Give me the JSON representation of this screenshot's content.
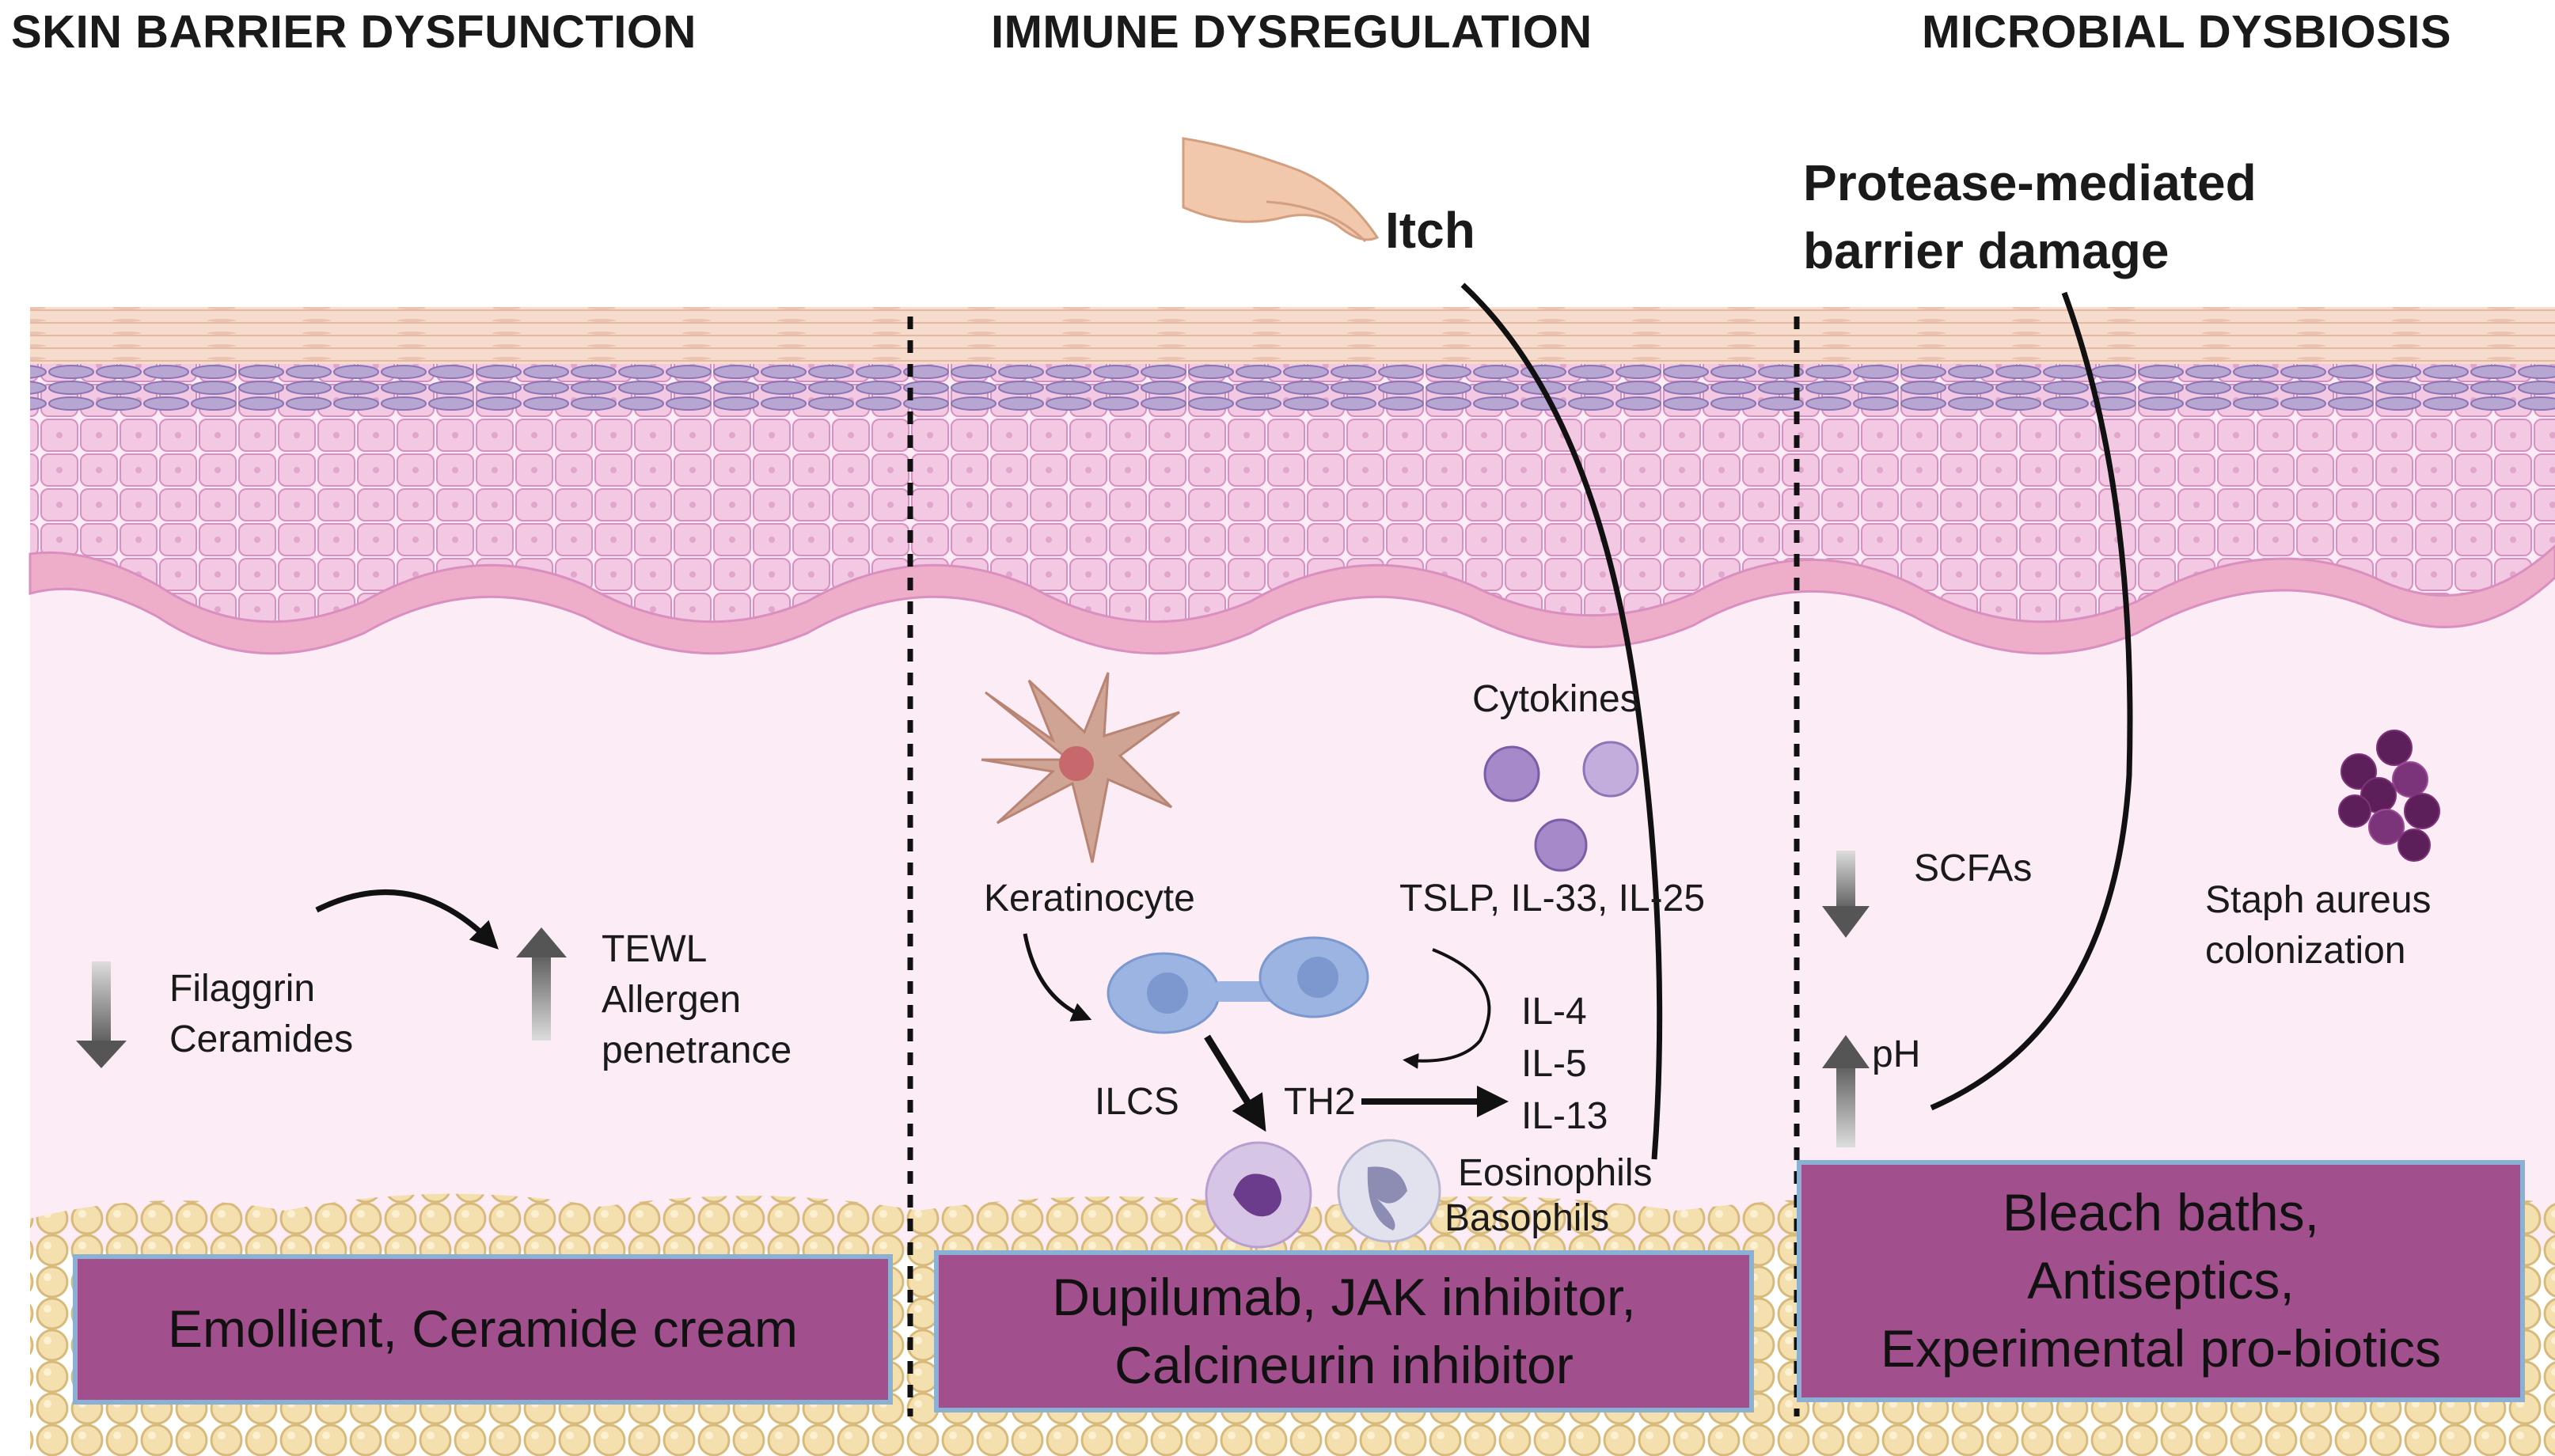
{
  "headings": {
    "barrier": "SKIN BARRIER DYSFUNCTION",
    "immune": "IMMUNE DYSREGULATION",
    "microbial": "MICROBIAL DYSBIOSIS"
  },
  "barrier": {
    "filaggrin": "Filaggrin",
    "ceramides": "Ceramides",
    "tewl": "TEWL",
    "allergen": "Allergen",
    "penetrance": "penetrance",
    "treatment": "Emollient, Ceramide cream"
  },
  "immune": {
    "itch": "Itch",
    "cytokines": "Cytokines",
    "cytokine_list": "TSLP, IL-33, IL-25",
    "keratinocyte": "Keratinocyte",
    "ilcs": "ILCS",
    "th2": "TH2",
    "il4": "IL-4",
    "il5": "IL-5",
    "il13": "IL-13",
    "eosinophils": "Eosinophils",
    "basophils": "Basophils",
    "treatment_line1": "Dupilumab, JAK inhibitor,",
    "treatment_line2": "Calcineurin inhibitor"
  },
  "microbial": {
    "protease_line1": "Protease-mediated",
    "protease_line2": "barrier damage",
    "scfas": "SCFAs",
    "ph": "pH",
    "staph_line1": "Staph aureus",
    "staph_line2": "colonization",
    "treatment_line1": "Bleach baths,",
    "treatment_line2": "Antiseptics,",
    "treatment_line3": "Experimental pro-biotics"
  },
  "colors": {
    "stratum_corneum": "#f6dccd",
    "granular_layer": "#a895c4",
    "spinous_layer": "#f3c8e2",
    "basal_layer": "#eeadc9",
    "dermis": "#fcecf5",
    "fat": "#f4dfae",
    "treatment_box": "#a24f8d",
    "treatment_border": "#8ab0d4",
    "staph": "#5d1f5a",
    "cytokine": "#a689c8",
    "cell_blue": "#9bb4e2",
    "dendritic": "#cfa495"
  }
}
